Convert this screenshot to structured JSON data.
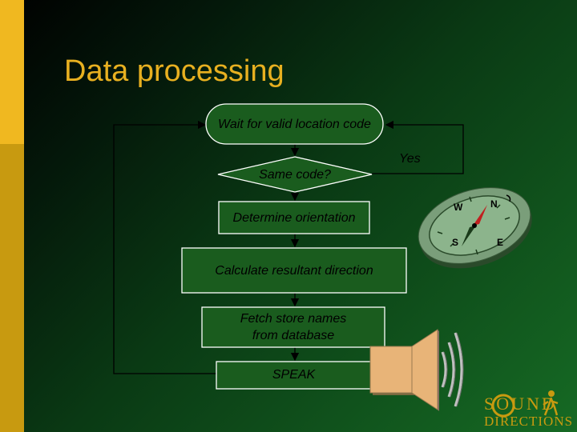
{
  "slide": {
    "title": "Data processing",
    "accent_color": "#e8b020"
  },
  "flowchart": {
    "start": "Wait for valid location code",
    "decision": "Same code?",
    "yes_label": "Yes",
    "step1": "Determine orientation",
    "step2": "Calculate resultant direction",
    "step3_line1": "Fetch store names",
    "step3_line2": "from database",
    "step4": "SPEAK"
  },
  "compass": {
    "letters": [
      "N",
      "E",
      "S",
      "W"
    ],
    "icon": "compass-icon"
  },
  "speaker": {
    "icon": "speaker-icon"
  },
  "logo": {
    "line1": "SOUND",
    "line2": "DIRECTIONS"
  }
}
